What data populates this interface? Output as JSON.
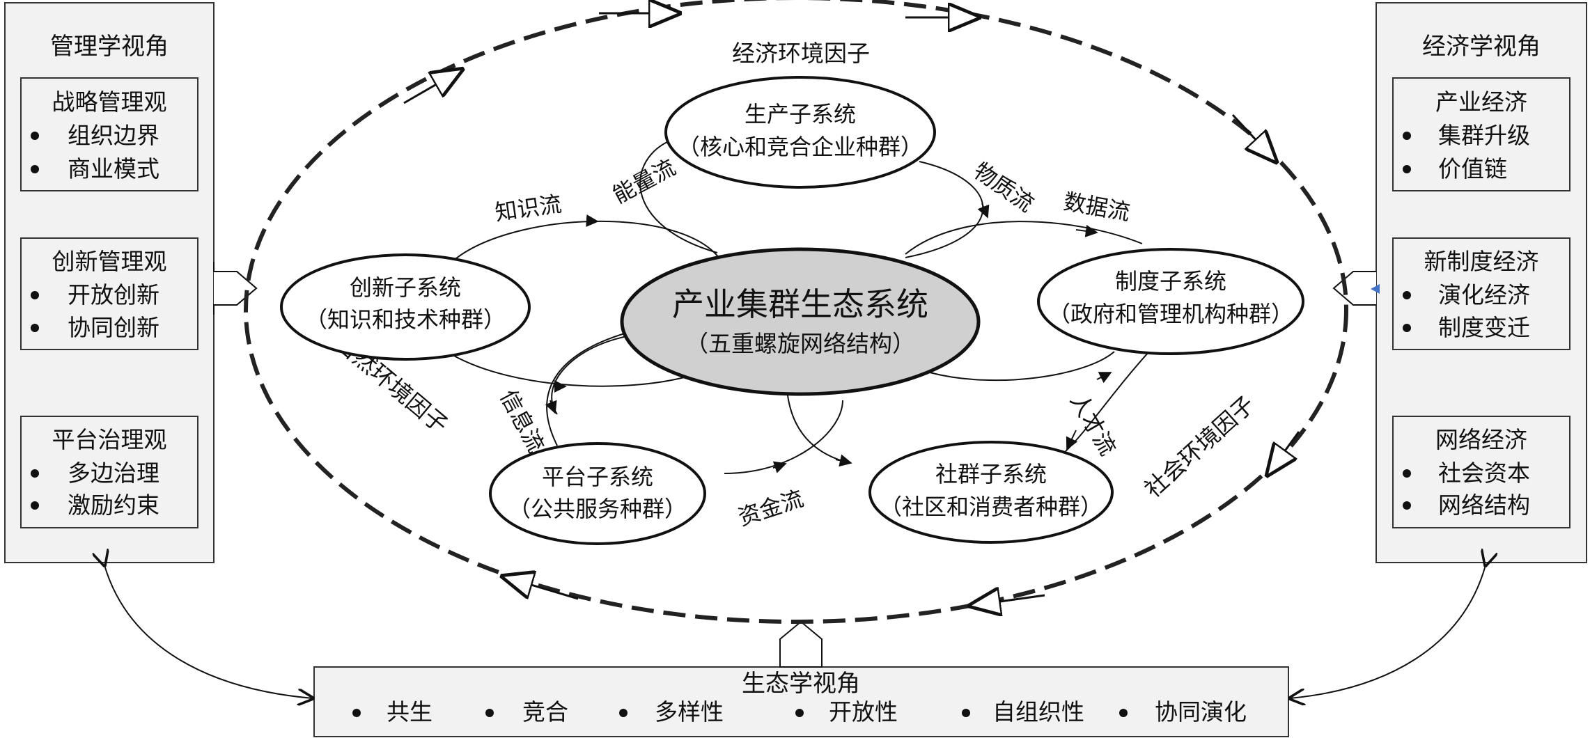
{
  "panels": {
    "management": {
      "title": "管理学视角",
      "boxes": [
        {
          "title": "战略管理观",
          "items": [
            "组织边界",
            "商业模式"
          ]
        },
        {
          "title": "创新管理观",
          "items": [
            "开放创新",
            "协同创新"
          ]
        },
        {
          "title": "平台治理观",
          "items": [
            "多边治理",
            "激励约束"
          ]
        }
      ]
    },
    "economics": {
      "title": "经济学视角",
      "boxes": [
        {
          "title": "产业经济",
          "items": [
            "集群升级",
            "价值链"
          ]
        },
        {
          "title": "新制度经济",
          "items": [
            "演化经济",
            "制度变迁"
          ]
        },
        {
          "title": "网络经济",
          "items": [
            "社会资本",
            "网络结构"
          ]
        }
      ]
    },
    "ecology": {
      "title": "生态学视角",
      "items": [
        "共生",
        "竞合",
        "多样性",
        "开放性",
        "自组织性",
        "协同演化"
      ]
    }
  },
  "center": {
    "title": "产业集群生态系统",
    "subtitle": "（五重螺旋网络结构）"
  },
  "subsystems": {
    "production": {
      "title": "生产子系统",
      "subtitle": "（核心和竞合企业种群）"
    },
    "innovation": {
      "title": "创新子系统",
      "subtitle": "（知识和技术种群）"
    },
    "institution": {
      "title": "制度子系统",
      "subtitle": "（政府和管理机构种群）"
    },
    "platform": {
      "title": "平台子系统",
      "subtitle": "（公共服务种群）"
    },
    "community": {
      "title": "社群子系统",
      "subtitle": "（社区和消费者种群）"
    }
  },
  "flows": {
    "knowledge": "知识流",
    "energy": "能量流",
    "material": "物质流",
    "data": "数据流",
    "information": "信息流",
    "capital": "资金流",
    "talent": "人才流"
  },
  "environment": {
    "economic": "经济环境因子",
    "natural": "自然环境因子",
    "social": "社会环境因子"
  }
}
